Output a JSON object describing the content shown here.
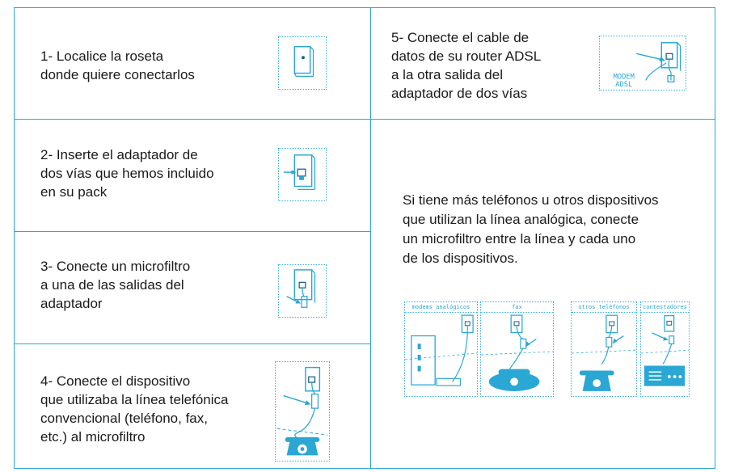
{
  "colors": {
    "accent": "#2aa7d4",
    "text": "#1a1a1a"
  },
  "steps": [
    {
      "lines": [
        "1- Localice la roseta",
        "donde quiere conectarlos"
      ],
      "icon": "wall-socket-icon"
    },
    {
      "lines": [
        "2- Inserte el adaptador de",
        "dos vías que hemos incluido",
        "en su pack"
      ],
      "icon": "two-way-adapter-icon"
    },
    {
      "lines": [
        "3- Conecte un microfiltro",
        "a una de las salidas del",
        "adaptador"
      ],
      "icon": "microfilter-icon"
    },
    {
      "lines": [
        "4- Conecte el dispositivo",
        "que utilizaba la línea telefónica",
        "convencional (teléfono, fax,",
        "etc.) al microfiltro"
      ],
      "icon": "telephone-icon"
    },
    {
      "lines": [
        "5- Conecte el cable de",
        "datos de su router ADSL",
        "a la otra salida del",
        "adaptador de dos vías"
      ],
      "icon": "adsl-modem-icon",
      "icon_label": [
        "MODEM",
        "ADSL"
      ]
    }
  ],
  "note": {
    "lines": [
      "Si tiene más teléfonos u otros dispositivos",
      "que utilizan la línea analógica, conecte",
      "un microfiltro entre la línea y cada uno",
      "de los dispositivos."
    ]
  },
  "devices": [
    {
      "label": "modems analógicos",
      "icon": "analog-modem-icon"
    },
    {
      "label": "fax",
      "icon": "fax-icon"
    },
    {
      "label": "otros teléfonos",
      "icon": "telephone-icon"
    },
    {
      "label": "contestadores",
      "icon": "answering-machine-icon"
    }
  ]
}
